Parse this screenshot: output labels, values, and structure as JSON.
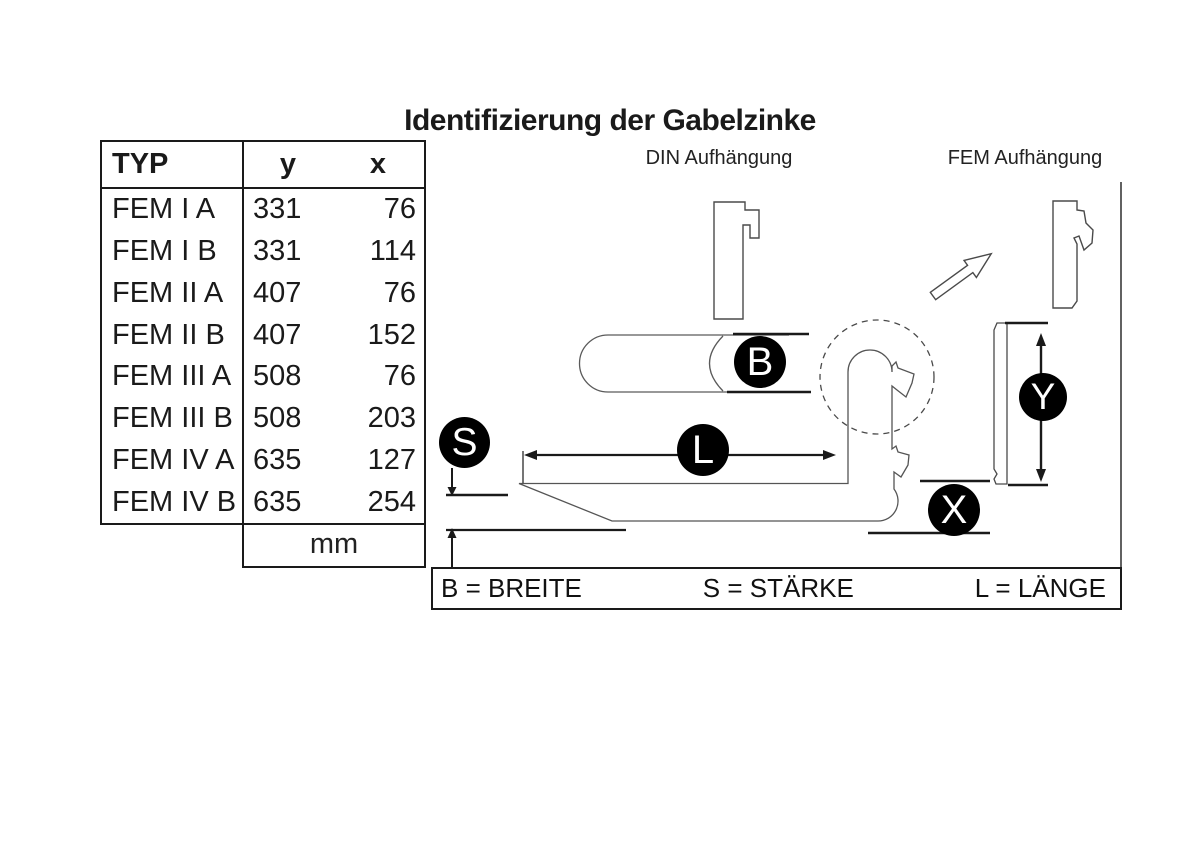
{
  "title": "Identifizierung der Gabelzinke",
  "table": {
    "headers": {
      "typ": "TYP",
      "y": "y",
      "x": "x"
    },
    "rows": [
      {
        "typ": "FEM I A",
        "y": "331",
        "x": "76"
      },
      {
        "typ": "FEM I B",
        "y": "331",
        "x": "114"
      },
      {
        "typ": "FEM II A",
        "y": "407",
        "x": "76"
      },
      {
        "typ": "FEM II B",
        "y": "407",
        "x": "152"
      },
      {
        "typ": "FEM III A",
        "y": "508",
        "x": "76"
      },
      {
        "typ": "FEM III B",
        "y": "508",
        "x": "203"
      },
      {
        "typ": "FEM IV A",
        "y": "635",
        "x": "127"
      },
      {
        "typ": "FEM IV B",
        "y": "635",
        "x": "254"
      }
    ],
    "unit": "mm"
  },
  "diagram": {
    "din_label": "DIN Aufhängung",
    "fem_label": "FEM Aufhängung",
    "markers": {
      "b": "B",
      "s": "S",
      "l": "L",
      "x": "X",
      "y": "Y"
    }
  },
  "legend": {
    "breite": "B = BREITE",
    "staerke": "S = STÄRKE",
    "laenge": "L = LÄNGE"
  },
  "colors": {
    "outline": "#4a4a4a",
    "dimension": "#1a1a1a",
    "marker_bg": "#000000",
    "marker_text": "#ffffff"
  }
}
